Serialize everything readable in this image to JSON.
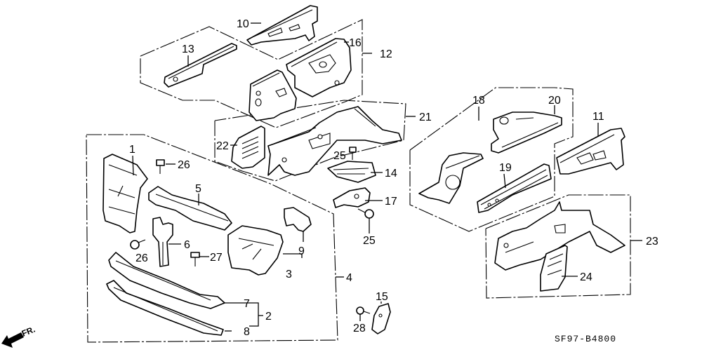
{
  "diagram": {
    "type": "exploded-parts-diagram",
    "direction_label": "FR.",
    "diagram_code": "SF97-B4800",
    "callouts": [
      {
        "id": "1",
        "label": "1"
      },
      {
        "id": "2",
        "label": "2"
      },
      {
        "id": "3",
        "label": "3"
      },
      {
        "id": "4",
        "label": "4"
      },
      {
        "id": "5",
        "label": "5"
      },
      {
        "id": "6",
        "label": "6"
      },
      {
        "id": "7",
        "label": "7"
      },
      {
        "id": "8",
        "label": "8"
      },
      {
        "id": "9",
        "label": "9"
      },
      {
        "id": "10",
        "label": "10"
      },
      {
        "id": "11",
        "label": "11"
      },
      {
        "id": "12",
        "label": "12"
      },
      {
        "id": "13",
        "label": "13"
      },
      {
        "id": "14",
        "label": "14"
      },
      {
        "id": "15",
        "label": "15"
      },
      {
        "id": "16",
        "label": "16"
      },
      {
        "id": "17",
        "label": "17"
      },
      {
        "id": "18",
        "label": "18"
      },
      {
        "id": "19",
        "label": "19"
      },
      {
        "id": "20",
        "label": "20"
      },
      {
        "id": "21",
        "label": "21"
      },
      {
        "id": "22",
        "label": "22"
      },
      {
        "id": "23",
        "label": "23"
      },
      {
        "id": "24",
        "label": "24"
      },
      {
        "id": "25a",
        "label": "25"
      },
      {
        "id": "25b",
        "label": "25"
      },
      {
        "id": "26a",
        "label": "26"
      },
      {
        "id": "26b",
        "label": "26"
      },
      {
        "id": "27",
        "label": "27"
      },
      {
        "id": "28",
        "label": "28"
      }
    ]
  }
}
